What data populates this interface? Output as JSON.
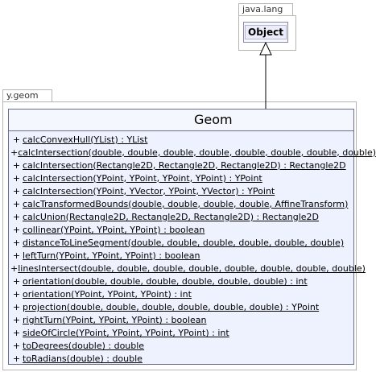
{
  "packages": {
    "java_lang": {
      "label": "java.lang"
    },
    "y_geom": {
      "label": "y.geom"
    }
  },
  "superclass": {
    "name": "Object"
  },
  "class": {
    "name": "Geom",
    "methods": [
      {
        "visibility": "+",
        "signature": "calcConvexHull(YList) : YList"
      },
      {
        "visibility": "+",
        "signature": "calcIntersection(double, double, double, double, double, double, double, double)"
      },
      {
        "visibility": "+",
        "signature": "calcIntersection(Rectangle2D, Rectangle2D, Rectangle2D) : Rectangle2D"
      },
      {
        "visibility": "+",
        "signature": "calcIntersection(YPoint, YPoint, YPoint, YPoint) : YPoint"
      },
      {
        "visibility": "+",
        "signature": "calcIntersection(YPoint, YVector, YPoint, YVector) : YPoint"
      },
      {
        "visibility": "+",
        "signature": "calcTransformedBounds(double, double, double, double, AffineTransform)"
      },
      {
        "visibility": "+",
        "signature": "calcUnion(Rectangle2D, Rectangle2D, Rectangle2D) : Rectangle2D"
      },
      {
        "visibility": "+",
        "signature": "collinear(YPoint, YPoint, YPoint) : boolean"
      },
      {
        "visibility": "+",
        "signature": "distanceToLineSegment(double, double, double, double, double, double)"
      },
      {
        "visibility": "+",
        "signature": "leftTurn(YPoint, YPoint, YPoint) : boolean"
      },
      {
        "visibility": "+",
        "signature": "linesIntersect(double, double, double, double, double, double, double, double)"
      },
      {
        "visibility": "+",
        "signature": "orientation(double, double, double, double, double, double) : int"
      },
      {
        "visibility": "+",
        "signature": "orientation(YPoint, YPoint, YPoint) : int"
      },
      {
        "visibility": "+",
        "signature": "projection(double, double, double, double, double, double) : YPoint"
      },
      {
        "visibility": "+",
        "signature": "rightTurn(YPoint, YPoint, YPoint) : boolean"
      },
      {
        "visibility": "+",
        "signature": "sideOfCircle(YPoint, YPoint, YPoint, YPoint) : int"
      },
      {
        "visibility": "+",
        "signature": "toDegrees(double) : double"
      },
      {
        "visibility": "+",
        "signature": "toRadians(double) : double"
      }
    ]
  }
}
